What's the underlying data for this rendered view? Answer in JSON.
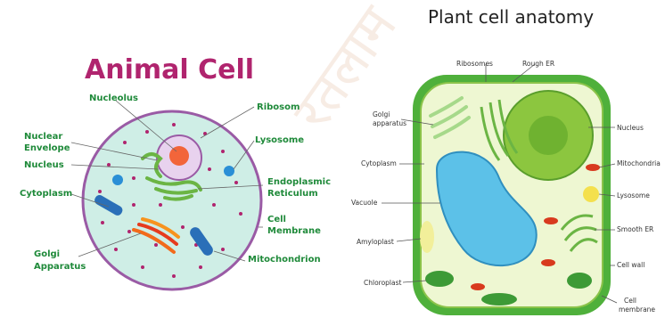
{
  "watermark": "रतलाम",
  "animal": {
    "title": "Animal Cell",
    "labels": {
      "nucleolus": "Nucleolus",
      "nuclear_envelope_1": "Nuclear",
      "nuclear_envelope_2": "Envelope",
      "nucleus": "Nucleus",
      "cytoplasm": "Cytoplasm",
      "golgi_1": "Golgi",
      "golgi_2": "Apparatus",
      "ribosome": "Ribosom",
      "lysosome": "Lysosome",
      "er_1": "Endoplasmic",
      "er_2": "Reticulum",
      "membrane_1": "Cell",
      "membrane_2": "Membrane",
      "mitochondrion": "Mitochondrion"
    }
  },
  "plant": {
    "title": "Plant cell anatomy",
    "labels": {
      "ribosomes": "Ribosomes",
      "rough_er": "Rough ER",
      "golgi_1": "Golgi",
      "golgi_2": "apparatus",
      "cytoplasm": "Cytoplasm",
      "vacuole": "Vacuole",
      "amyloplast": "Amyloplast",
      "chloroplast": "Chloroplast",
      "nucleus": "Nucleus",
      "mitochondria": "Mitochondria",
      "lysosome": "Lysosome",
      "smooth_er": "Smooth ER",
      "cell_wall": "Cell wall",
      "membrane_1": "Cell",
      "membrane_2": "membrane"
    }
  }
}
